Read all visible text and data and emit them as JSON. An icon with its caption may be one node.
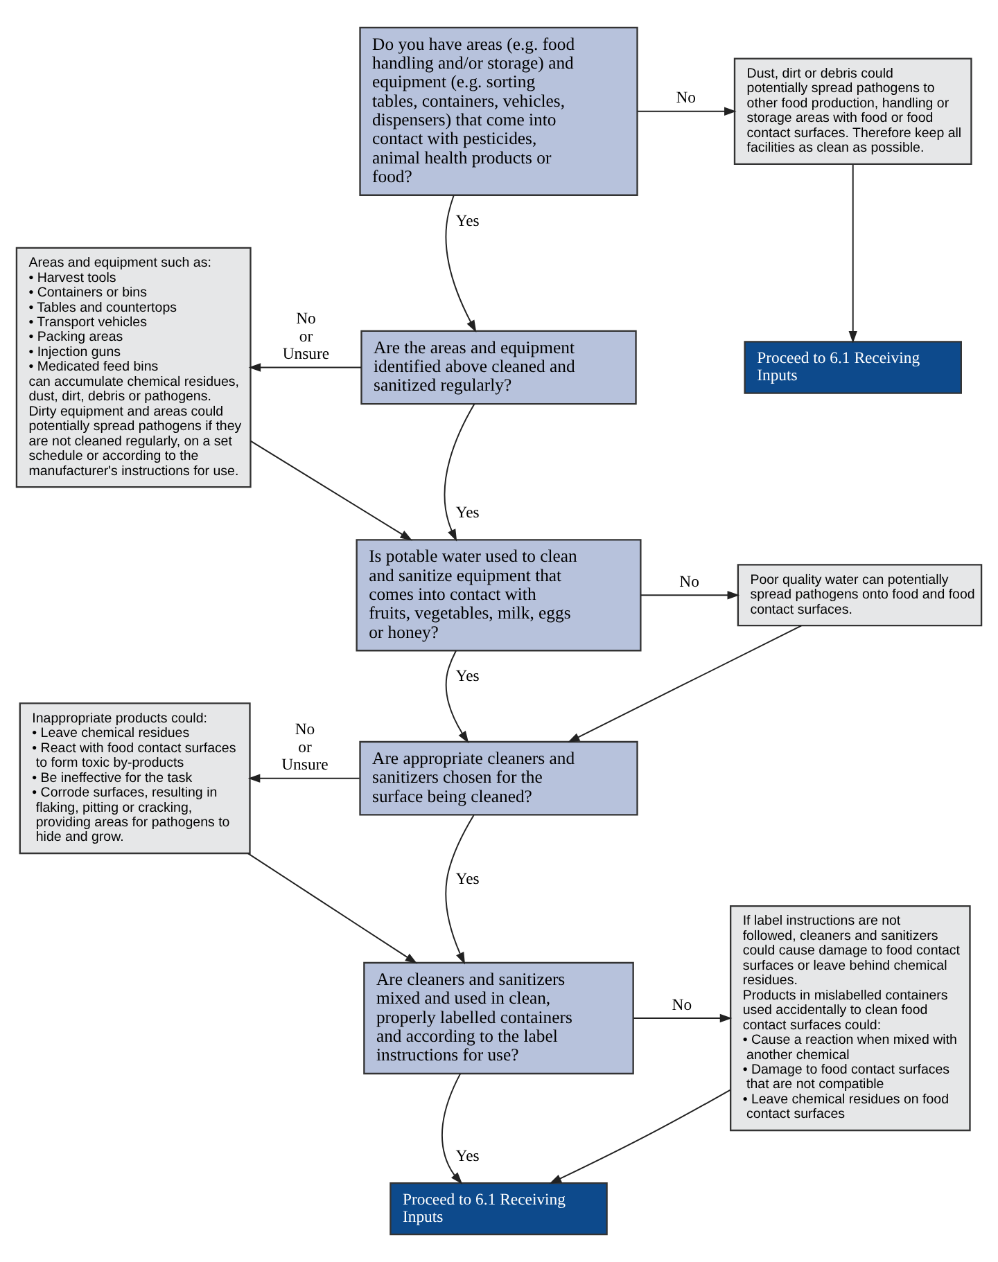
{
  "diagram": {
    "nodes": [
      {
        "text": [
          "Do you have areas (e.g. food handling and/or storage) and equipment (e.g. sorting tables, containers, vehicles, dispensers) that come into contact with pesticides, animal health products or food?"
        ]
      },
      {
        "text": [
          "Dust, dirt or debris could potentially spread pathogens to other food production, handling or storage areas with food or food contact surfaces. Therefore keep all facilities as clean as possible."
        ]
      },
      {
        "text": [
          "Proceed to 6.1 Receiving Inputs"
        ]
      },
      {
        "text": [
          "Areas and equipment such as:",
          "• Harvest tools",
          "• Containers or bins",
          "• Tables and countertops",
          "• Transport vehicles",
          "• Packing areas",
          "• Injection guns",
          "• Medicated feed bins",
          "can accumulate chemical residues, dust, dirt, debris or pathogens.",
          "Dirty equipment and areas could potentially spread pathogens if they are not cleaned regularly, on a set schedule or according to the manufacturer's instructions for use."
        ]
      },
      {
        "text": [
          "Are the areas and equipment identified above cleaned and sanitized regularly?"
        ]
      },
      {
        "text": [
          "Is potable water used to clean and sanitize equipment that comes into contact with fruits, vegetables, milk, eggs or honey?"
        ]
      },
      {
        "text": [
          "Poor quality water can potentially spread pathogens onto food and food contact surfaces."
        ]
      },
      {
        "text": [
          "Inappropriate products could:",
          "• Leave chemical residues",
          "• React with food contact surfaces to form toxic by-products",
          "• Be ineffective for the task",
          "• Corrode surfaces, resulting in flaking, pitting or cracking, providing areas for pathogens to hide and grow."
        ]
      },
      {
        "text": [
          "Are appropriate cleaners and sanitizers chosen for the surface being cleaned?"
        ]
      },
      {
        "text": [
          "If label instructions are not followed, cleaners and sanitizers could cause damage to food contact surfaces or leave behind chemical residues.",
          "Products in mislabelled containers used accidentally to clean food contact surfaces could:",
          "• Cause a reaction when mixed with another chemical",
          "• Damage to food contact surfaces that are not compatible",
          "• Leave chemical residues on food contact surfaces"
        ]
      },
      {
        "text": [
          "Are cleaners and sanitizers mixed and used in clean, properly labelled containers and according to the label instructions for use?"
        ]
      },
      {
        "text": [
          "Proceed to 6.1 Receiving Inputs"
        ]
      }
    ],
    "edges": [
      {
        "from": 0,
        "to": 1,
        "arrow": "to",
        "label": "No"
      },
      {
        "from": 1,
        "to": 2,
        "arrow": "to"
      },
      {
        "from": 0,
        "to": 4,
        "arrow": "to",
        "label": "Yes"
      },
      {
        "from": 4,
        "to": 3,
        "arrow": "to",
        "label": "No or Unsure"
      },
      {
        "from": 4,
        "to": 5,
        "arrow": "to",
        "label": "Yes"
      },
      {
        "from": 3,
        "to": 5,
        "arrow": "to"
      },
      {
        "from": 5,
        "to": 6,
        "arrow": "to",
        "label": "No"
      },
      {
        "from": 6,
        "to": 8,
        "arrow": "to"
      },
      {
        "from": 5,
        "to": 8,
        "arrow": "to",
        "label": "Yes"
      },
      {
        "from": 8,
        "to": 7,
        "arrow": "to",
        "label": "No or Unsure"
      },
      {
        "from": 7,
        "to": 10,
        "arrow": "to"
      },
      {
        "from": 8,
        "to": 10,
        "arrow": "to",
        "label": "Yes"
      },
      {
        "from": 10,
        "to": 9,
        "arrow": "to",
        "label": "No"
      },
      {
        "from": 9,
        "to": 11,
        "arrow": "to"
      },
      {
        "from": 10,
        "to": 11,
        "arrow": "to",
        "label": "Yes"
      }
    ]
  }
}
